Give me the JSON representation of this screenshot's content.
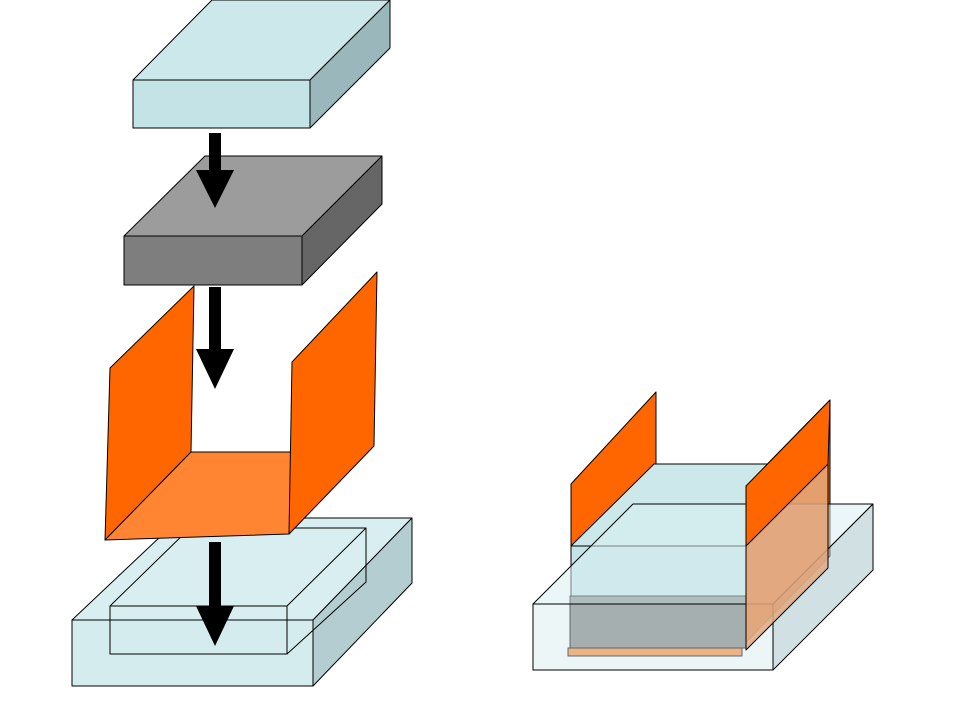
{
  "colors": {
    "glass_front": "#c4e3e6",
    "glass_top": "#cde8ea",
    "glass_side": "#9ab8bb",
    "glass_box_front": "#d4ecee",
    "glass_box_top": "#d8eef0",
    "glass_box_side": "#b3cdd0",
    "metal_front": "#7e7e7e",
    "metal_top": "#9c9c9c",
    "metal_side": "#666666",
    "foil_wall": "#ff6600",
    "foil_floor": "#ff8533",
    "foil_through_glass": "#e0a880",
    "arrow": "#000000",
    "background": "#ffffff"
  },
  "exploded_stack": {
    "parts": [
      "top-glass-block",
      "metal-block",
      "u-shaped-foil",
      "base-glass-container"
    ],
    "arrow_count": 3,
    "arrow_direction": "down"
  },
  "assembled_stack": {
    "parts": [
      "foil-walls",
      "glass-block",
      "metal-block",
      "base-glass-container"
    ]
  }
}
